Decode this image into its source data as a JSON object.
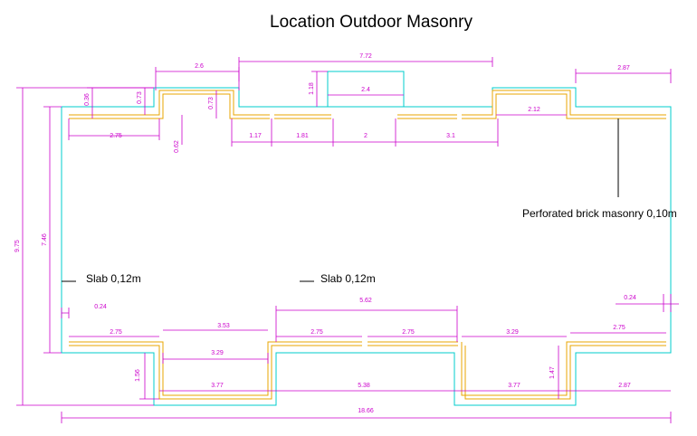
{
  "title": "Location Outdoor Masonry",
  "notes": {
    "perforated_brick": "Perforated brick masonry  0,10m",
    "slab_left": "Slab 0,12m",
    "slab_center": "Slab 0,12m"
  },
  "dimensions": {
    "top_2_6": "2.6",
    "top_7_72": "7.72",
    "top_2_87": "2.87",
    "top_1_18": "1.18",
    "top_2_4": "2.4",
    "top_0_36": "0.36",
    "top_0_73a": "0.73",
    "top_0_73b": "0.73",
    "top_2_12": "2.12",
    "top_2_75": "2.75",
    "top_0_62": "0.62",
    "top_1_17": "1.17",
    "top_1_81": "1.81",
    "top_2": "2",
    "top_3_1": "3.1",
    "left_9_75": "9.75",
    "left_7_46": "7.46",
    "mid_5_62": "5.62",
    "mid_0_24a": "0.24",
    "mid_0_24b": "0.24",
    "bot_2_75a": "2.75",
    "bot_3_53": "3.53",
    "bot_2_75b": "2.75",
    "bot_2_75c": "2.75",
    "bot_3_29a": "3.29",
    "bot_2_75d": "2.75",
    "bot_3_29b": "3.29",
    "bot_1_56": "1.56",
    "bot_3_77a": "3.77",
    "bot_5_38": "5.38",
    "bot_3_77b": "3.77",
    "bot_1_47": "1.47",
    "bot_2_87": "2.87",
    "bot_18_66": "18.66"
  },
  "colors": {
    "dimension": "#cc00cc",
    "slab_edge": "#00cccc",
    "brick_wall": "#e8a600",
    "annotation": "#000000"
  }
}
